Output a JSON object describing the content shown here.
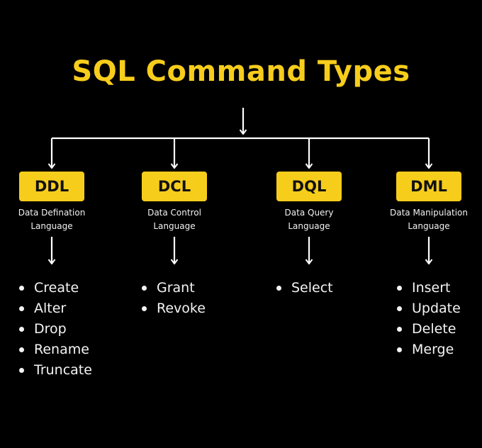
{
  "title": "SQL Command Types",
  "colors": {
    "background": "#000000",
    "accent": "#f7cd1c",
    "badge_text": "#111111",
    "line": "#ffffff",
    "text": "#f4f4f4"
  },
  "categories": [
    {
      "code": "DDL",
      "description_line1": "Data Defination",
      "description_line2": "Language",
      "items": [
        "Create",
        "Alter",
        "Drop",
        "Rename",
        "Truncate"
      ]
    },
    {
      "code": "DCL",
      "description_line1": "Data Control",
      "description_line2": "Language",
      "items": [
        "Grant",
        "Revoke"
      ]
    },
    {
      "code": "DQL",
      "description_line1": "Data Query",
      "description_line2": "Language",
      "items": [
        "Select"
      ]
    },
    {
      "code": "DML",
      "description_line1": "Data Manipulation",
      "description_line2": "Language",
      "items": [
        "Insert",
        "Update",
        "Delete",
        "Merge"
      ]
    }
  ]
}
